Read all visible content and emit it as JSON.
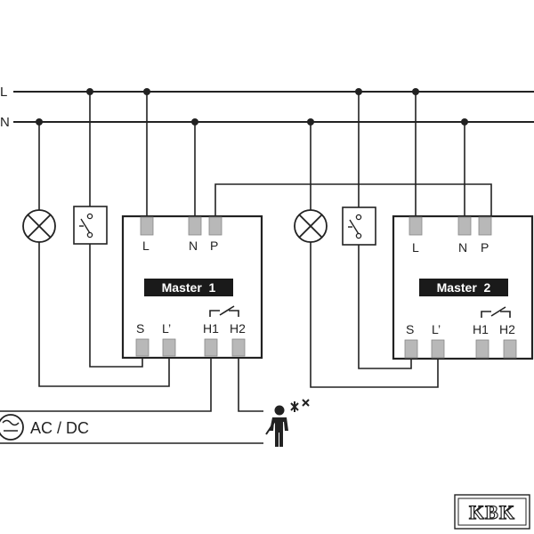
{
  "bus": {
    "line_label": "L",
    "neutral_label": "N"
  },
  "modules": [
    {
      "name": "Master  1",
      "terminals_top": [
        "L",
        "N",
        "P"
      ],
      "terminals_bottom": [
        "S",
        "L’",
        "H1",
        "H2"
      ]
    },
    {
      "name": "Master  2",
      "terminals_top": [
        "L",
        "N",
        "P"
      ],
      "terminals_bottom": [
        "S",
        "L’",
        "H1",
        "H2"
      ]
    }
  ],
  "supply": {
    "label": "AC / DC"
  },
  "logo": {
    "text": "KBK"
  },
  "icons": [
    "lamp-icon",
    "switch-icon",
    "relay-contact-icon",
    "ac-dc-source-icon",
    "motion-sensor-person-icon"
  ],
  "colors": {
    "line": "#222222",
    "terminal": "#b8b8b8",
    "label_bg": "#1a1a1a"
  }
}
